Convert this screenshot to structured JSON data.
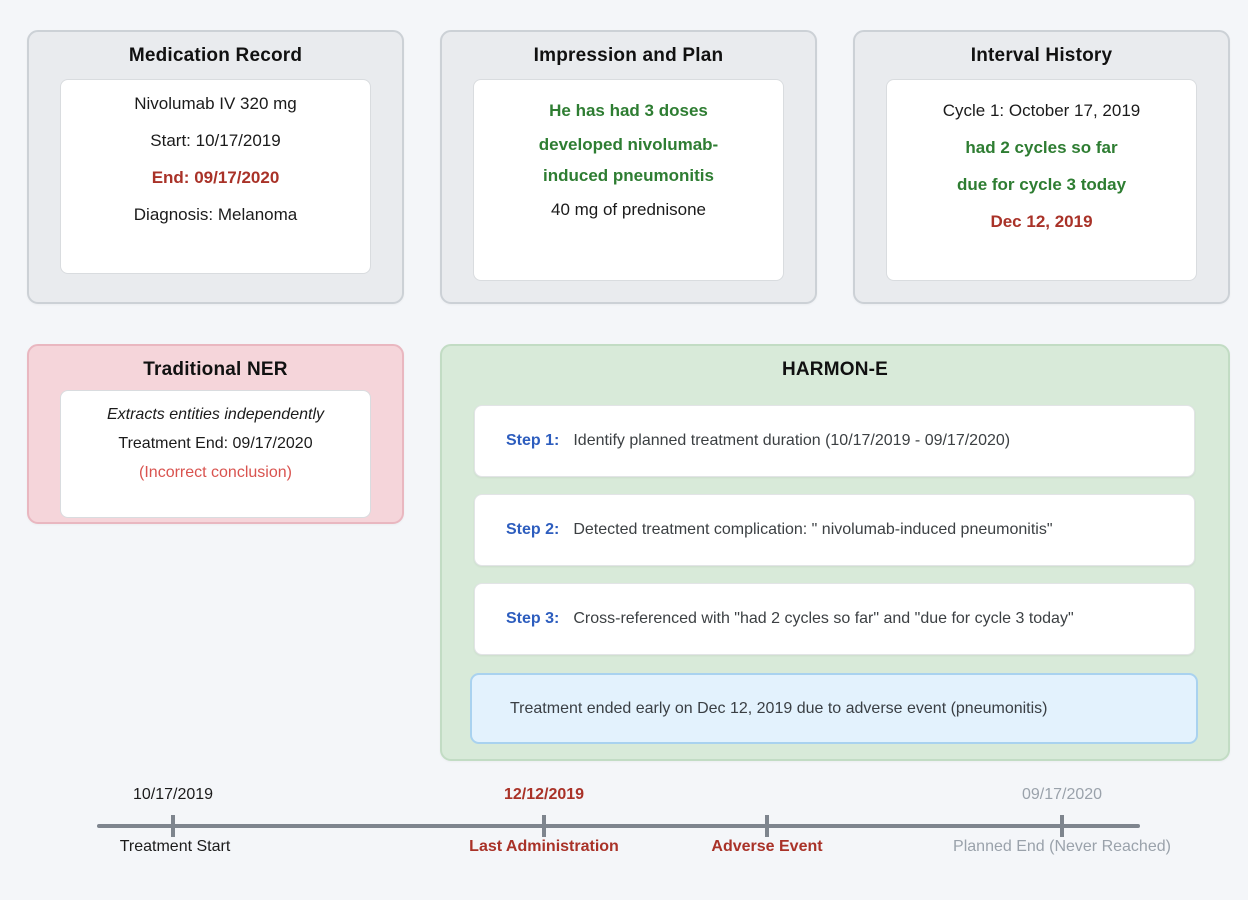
{
  "palette": {
    "page_bg": "#f4f6f9",
    "card_gray_bg": "#e9ebee",
    "card_pink_bg": "#f5d5da",
    "card_green_bg": "#d8ead9",
    "highlight_green_text": "#2e7d32",
    "highlight_dark_red_text": "#a93228",
    "incorrect_red_text": "#d9534f",
    "step_label_blue": "#2d5dbe",
    "conclusion_box_bg": "#e3f2fd",
    "conclusion_box_border": "#a9d2ef",
    "timeline_gray": "#7e858e",
    "muted_gray_text": "#9aa2ab"
  },
  "cards": {
    "medication": {
      "title": "Medication Record",
      "lines": [
        "Nivolumab IV 320 mg",
        "Start: 10/17/2019",
        "End: 09/17/2020",
        "Diagnosis: Melanoma"
      ]
    },
    "impression": {
      "title": "Impression and Plan",
      "lines": [
        "He has had 3 doses",
        "developed nivolumab-induced pneumonitis",
        "40 mg of prednisone"
      ]
    },
    "interval": {
      "title": "Interval History",
      "lines": [
        "Cycle 1: October 17, 2019",
        "had 2 cycles so far",
        "due for cycle 3 today",
        "Dec 12, 2019"
      ]
    },
    "traditional_ner": {
      "title": "Traditional NER",
      "lines": [
        "Extracts entities independently",
        "Treatment End: 09/17/2020",
        "(Incorrect conclusion)"
      ]
    },
    "harmone": {
      "title": "HARMON-E",
      "steps": [
        {
          "label": "Step 1:",
          "text": "Identify planned treatment duration (10/17/2019 - 09/17/2020)"
        },
        {
          "label": "Step 2:",
          "text": "Detected treatment complication: \" nivolumab-induced pneumonitis\""
        },
        {
          "label": "Step 3:",
          "text": "Cross-referenced with \"had 2 cycles so far\" and \"due for cycle 3 today\""
        }
      ],
      "conclusion": "Treatment ended early on Dec 12, 2019 due to adverse event (pneumonitis)"
    }
  },
  "timeline": {
    "points": [
      {
        "date": "10/17/2019",
        "label": "Treatment Start"
      },
      {
        "date": "12/12/2019",
        "label": "Last Administration"
      },
      {
        "label": "Adverse Event"
      },
      {
        "date": "09/17/2020",
        "label": "Planned End (Never Reached)"
      }
    ]
  }
}
